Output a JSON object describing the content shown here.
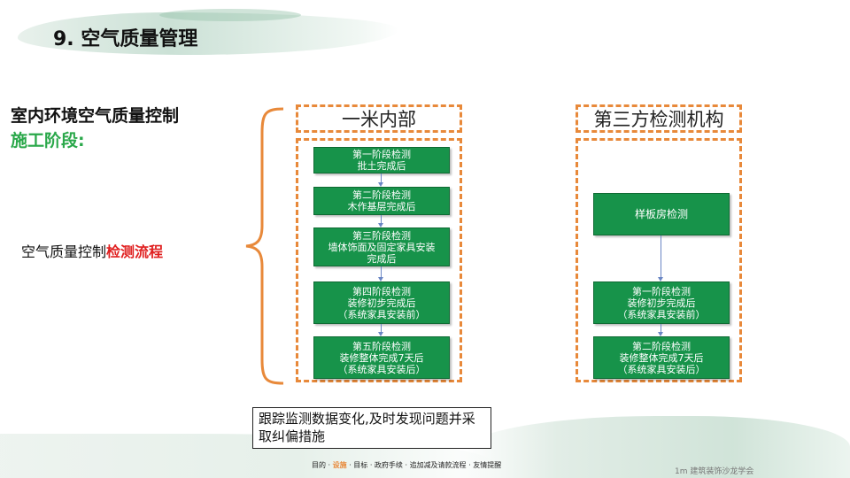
{
  "title": "9. 空气质量管理",
  "left": {
    "heading": "室内环境空气质量控制",
    "subheading": "施工阶段:",
    "flow_label_plain": "空气质量控制",
    "flow_label_highlight": "检测流程"
  },
  "columns": {
    "internal": {
      "header": "一米内部",
      "steps": [
        {
          "lines": [
            "第一阶段检测",
            "批土完成后"
          ]
        },
        {
          "lines": [
            "第二阶段检测",
            "木作基层完成后"
          ]
        },
        {
          "lines": [
            "第三阶段检测",
            "墙体饰面及固定家具安装",
            "完成后"
          ]
        },
        {
          "lines": [
            "第四阶段检测",
            "装修初步完成后",
            "（系统家具安装前）"
          ]
        },
        {
          "lines": [
            "第五阶段检测",
            "装修整体完成7天后",
            "（系统家具安装后）"
          ]
        }
      ]
    },
    "third_party": {
      "header": "第三方检测机构",
      "steps": [
        {
          "lines": [
            "样板房检测"
          ]
        },
        {
          "lines": [
            "第一阶段检测",
            "装修初步完成后",
            "（系统家具安装前）"
          ]
        },
        {
          "lines": [
            "第二阶段检测",
            "装修整体完成7天后",
            "（系统家具安装后）"
          ]
        }
      ]
    }
  },
  "note": "跟踪监测数据变化,及时发现问题并采取纠偏措施",
  "footer": {
    "nav": [
      "目的",
      "设施",
      "目标",
      "政府手续",
      "追加减及请款流程",
      "友情提醒"
    ],
    "active_index": 1,
    "brand": "1m 建筑装饰沙龙学会"
  },
  "colors": {
    "step_green": "#17934a",
    "dash_orange": "#e8893a",
    "subheading_green": "#2aa84a",
    "highlight_red": "#e02020"
  }
}
